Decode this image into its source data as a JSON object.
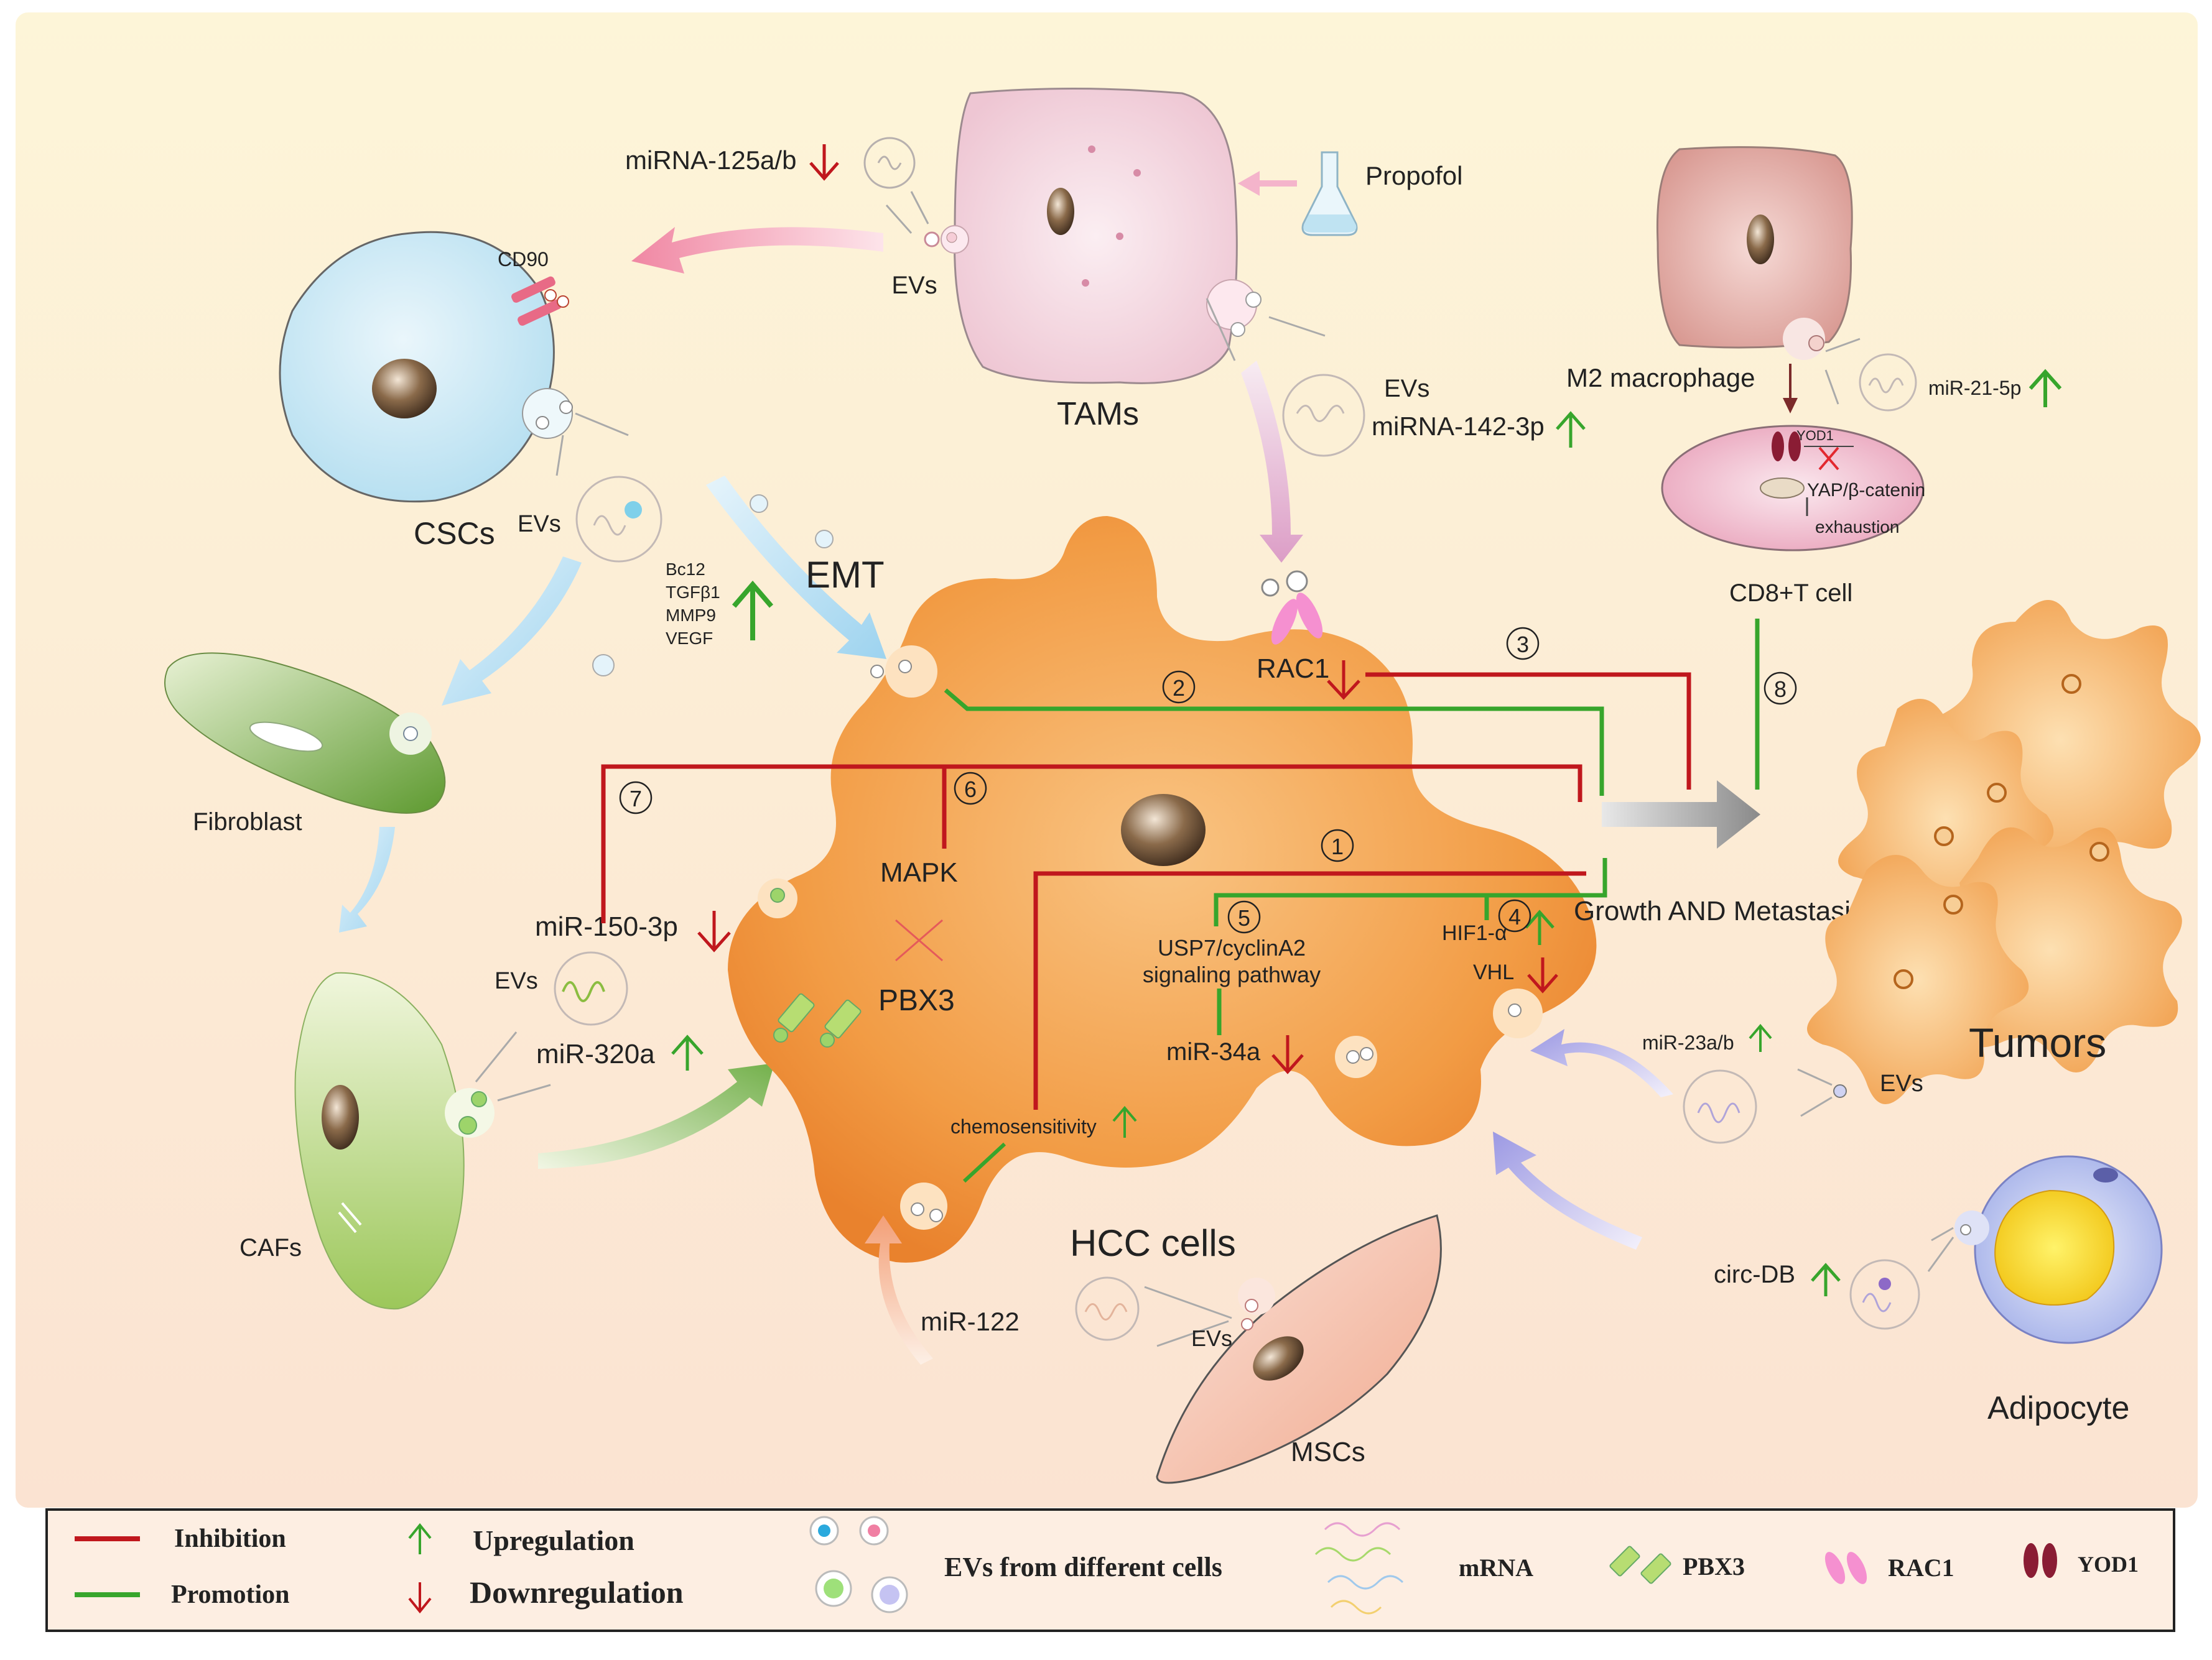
{
  "cells": {
    "tams": "TAMs",
    "cscs": "CSCs",
    "fibroblast": "Fibroblast",
    "cafs": "CAFs",
    "hcc": "HCC cells",
    "mscs": "MSCs",
    "m2": "M2 macrophage",
    "cd8": "CD8+T cell",
    "tumors": "Tumors",
    "adipocyte": "Adipocyte"
  },
  "labels": {
    "mirna125": "miRNA-125a/b",
    "evs": "EVs",
    "propofol": "Propofol",
    "cd90": "CD90",
    "mirna142": "miRNA-142-3p",
    "mir21": "miR-21-5p",
    "yod1_small": "YOD1",
    "yap": "YAP/β-catenin",
    "exhaustion": "exhaustion",
    "bc12": "Bc12",
    "tgfb1": "TGFβ1",
    "mmp9": "MMP9",
    "vegf": "VEGF",
    "emt": "EMT",
    "rac1": "RAC1",
    "mapk": "MAPK",
    "pbx3": "PBX3",
    "mir150": "miR-150-3p",
    "mir320": "miR-320a",
    "usp7_line1": "USP7/cyclinA2",
    "usp7_line2": "signaling pathway",
    "hif1a": "HIF1-α",
    "vhl": "VHL",
    "mir34a": "miR-34a",
    "mir23": "miR-23a/b",
    "chemo": "chemosensitivity",
    "mir122": "miR-122",
    "circdb": "circ-DB",
    "growth": "Growth AND Metastasis"
  },
  "pathways": {
    "p1": "1",
    "p2": "2",
    "p3": "3",
    "p4": "4",
    "p5": "5",
    "p6": "6",
    "p7": "7",
    "p8": "8"
  },
  "legend": {
    "inhibition": "Inhibition",
    "promotion": "Promotion",
    "upregulation": "Upregulation",
    "downregulation": "Downregulation",
    "evs": "EVs from different cells",
    "mrna": "mRNA",
    "pbx3": "PBX3",
    "rac1": "RAC1",
    "yod1": "YOD1"
  },
  "colors": {
    "inhibition": "#c0171d",
    "promotion": "#37a52c",
    "hcc": "#f2a04a",
    "background_top": "#fdf4d6",
    "background_bottom": "#fbe2cf"
  }
}
